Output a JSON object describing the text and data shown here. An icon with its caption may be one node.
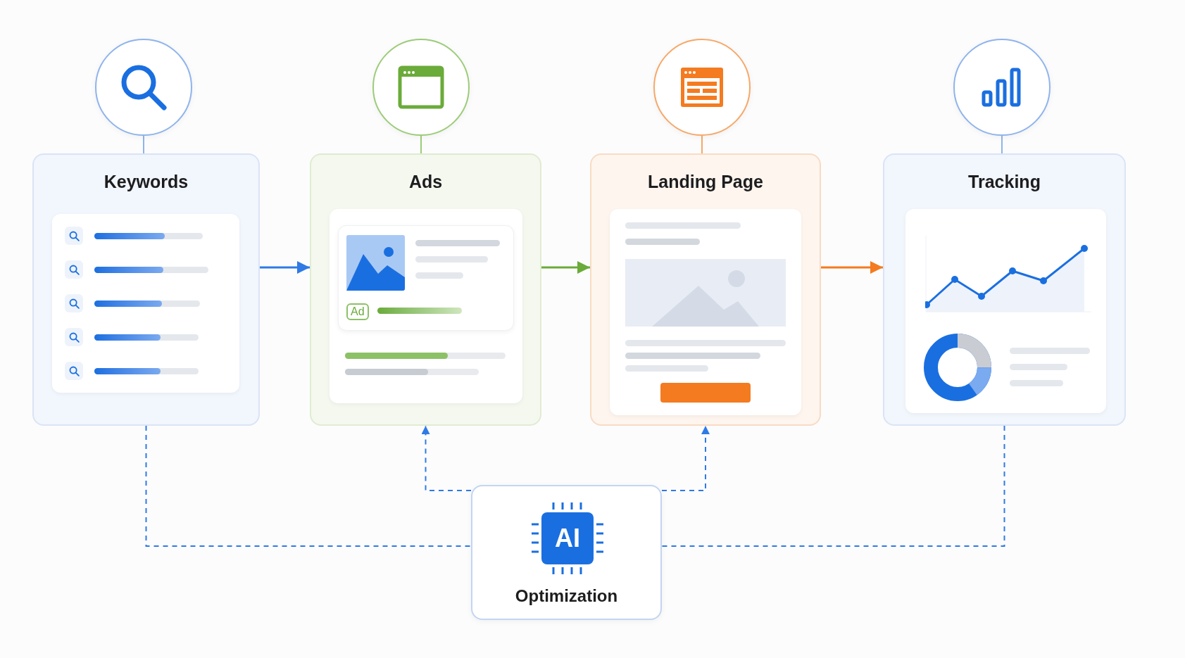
{
  "diagram": {
    "nodes": [
      {
        "text": [],
        "shape": "circle"
      },
      {
        "text": [
          "Keywords"
        ]
      },
      {
        "text": [],
        "shape": "circle"
      },
      {
        "text": [
          "Ads"
        ]
      },
      {
        "text": [],
        "shape": "circle"
      },
      {
        "text": [
          "Landing Page"
        ]
      },
      {
        "text": [],
        "shape": "circle"
      },
      {
        "text": [
          "Tracking"
        ]
      },
      {
        "text": [
          "AI",
          "Optimization"
        ]
      }
    ],
    "edges": [
      {
        "from": 0,
        "to": 1,
        "arrow": "none",
        "color": "#8fb4ec"
      },
      {
        "from": 2,
        "to": 3,
        "arrow": "none",
        "color": "#9ccc78"
      },
      {
        "from": 4,
        "to": 5,
        "arrow": "none",
        "color": "#f6a868"
      },
      {
        "from": 6,
        "to": 7,
        "arrow": "none",
        "color": "#8fb4ec"
      },
      {
        "from": 1,
        "to": 3,
        "arrow": "to"
      },
      {
        "from": 3,
        "to": 5,
        "arrow": "to",
        "color": "#6aab3a"
      },
      {
        "from": 5,
        "to": 7,
        "arrow": "to",
        "color": "#f47b20"
      },
      {
        "from": 8,
        "to": 3,
        "arrow": "to",
        "style": "dashed"
      },
      {
        "from": 8,
        "to": 5,
        "arrow": "to",
        "style": "dashed"
      },
      {
        "from": 1,
        "to": 8,
        "arrow": "none",
        "style": "dashed"
      },
      {
        "from": 7,
        "to": 8,
        "arrow": "none",
        "style": "dashed"
      }
    ],
    "labels": [
      "Ad"
    ]
  }
}
